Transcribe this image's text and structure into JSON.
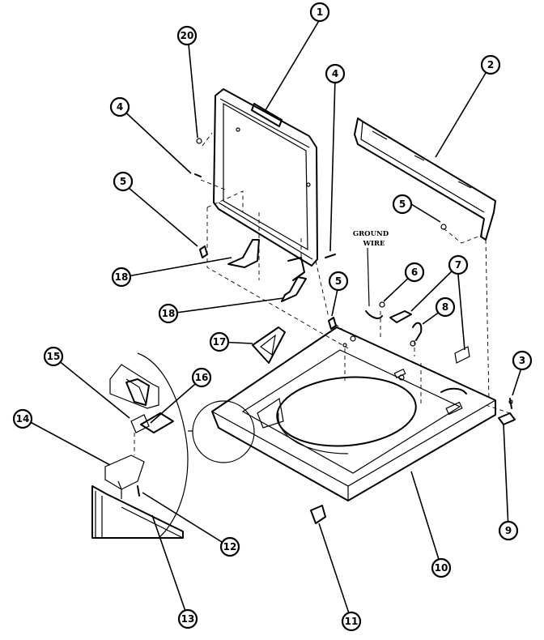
{
  "callouts": [
    {
      "id": "c1",
      "label": "1"
    },
    {
      "id": "c2",
      "label": "2"
    },
    {
      "id": "c20",
      "label": "20"
    },
    {
      "id": "c4a",
      "label": "4"
    },
    {
      "id": "c4b",
      "label": "4"
    },
    {
      "id": "c5a",
      "label": "5"
    },
    {
      "id": "c5b",
      "label": "5"
    },
    {
      "id": "c5c",
      "label": "5"
    },
    {
      "id": "c6",
      "label": "6"
    },
    {
      "id": "c7",
      "label": "7"
    },
    {
      "id": "c8",
      "label": "8"
    },
    {
      "id": "c3",
      "label": "3"
    },
    {
      "id": "c9",
      "label": "9"
    },
    {
      "id": "c10",
      "label": "10"
    },
    {
      "id": "c11",
      "label": "11"
    },
    {
      "id": "c12",
      "label": "12"
    },
    {
      "id": "c13",
      "label": "13"
    },
    {
      "id": "c14",
      "label": "14"
    },
    {
      "id": "c15",
      "label": "15"
    },
    {
      "id": "c16",
      "label": "16"
    },
    {
      "id": "c17",
      "label": "17"
    },
    {
      "id": "c18a",
      "label": "18"
    },
    {
      "id": "c18b",
      "label": "18"
    }
  ],
  "note": {
    "line1": "GROUND",
    "line2": "WIRE"
  }
}
